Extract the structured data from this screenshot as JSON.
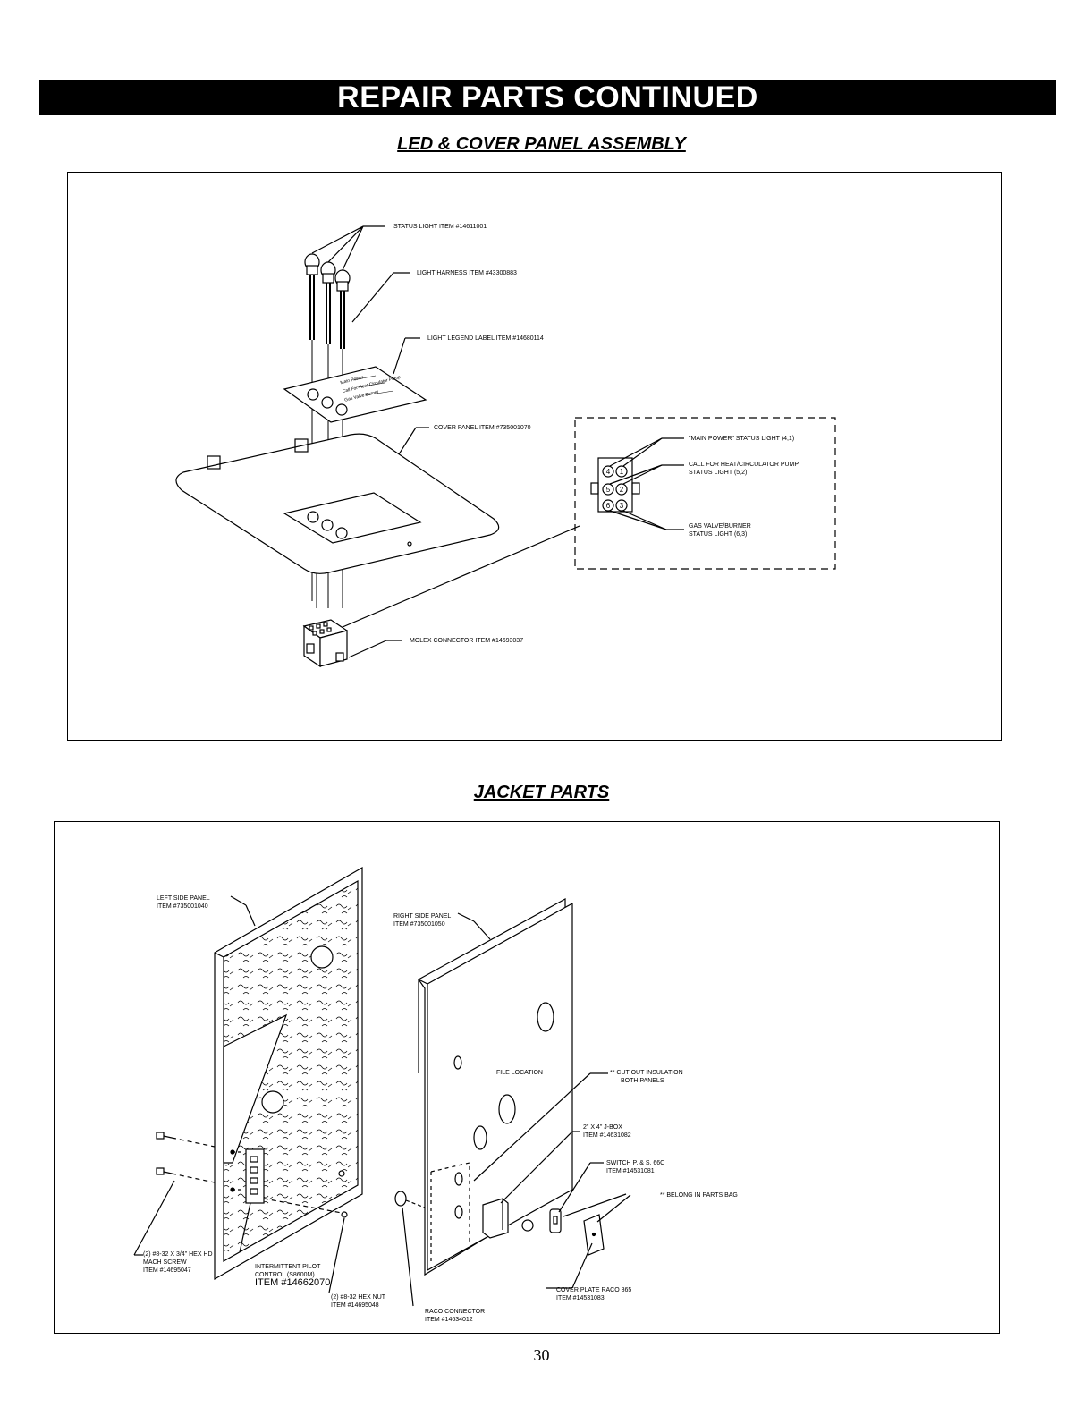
{
  "header": {
    "banner": "REPAIR PARTS CONTINUED"
  },
  "led_section": {
    "title": "LED & COVER PANEL ASSEMBLY",
    "labels": {
      "status_light": "STATUS LIGHT ITEM #14611001",
      "light_harness": "LIGHT HARNESS ITEM #43300883",
      "legend_label": "LIGHT LEGEND LABEL ITEM #14680114",
      "cover_panel": "COVER PANEL ITEM #735001070",
      "molex": "MOLEX CONNECTOR ITEM #14693037",
      "main_power": "\"MAIN POWER\" STATUS LIGHT (4,1)",
      "call_heat_1": "CALL FOR HEAT/CIRCULATOR PUMP",
      "call_heat_2": "STATUS LIGHT (5,2)",
      "gas_valve_1": "GAS VALVE/BURNER",
      "gas_valve_2": "STATUS LIGHT (6,3)"
    },
    "pins": [
      "4",
      "1",
      "5",
      "2",
      "6",
      "3"
    ],
    "legend_text": [
      "Main Power",
      "Call For Heat Circulator Pump",
      "Gas Valve Burner"
    ]
  },
  "jacket_section": {
    "title": "JACKET PARTS",
    "labels": {
      "left_panel_1": "LEFT SIDE PANEL",
      "left_panel_2": "ITEM #735001040",
      "right_panel_1": "RIGHT SIDE PANEL",
      "right_panel_2": "ITEM #735001050",
      "file_location": "FILE LOCATION",
      "cut_out_1": "** CUT OUT INSULATION",
      "cut_out_2": "BOTH PANELS",
      "jbox_1": "2\" X 4\" J-BOX",
      "jbox_2": "ITEM #14631082",
      "switch_1": "SWITCH P. & S. 66C",
      "switch_2": "ITEM #14531081",
      "parts_bag": "** BELONG IN PARTS BAG",
      "screw_1": "(2) #8-32 X 3/4\" HEX HD",
      "screw_2": "MACH SCREW",
      "screw_3": "ITEM #14695047",
      "pilot_1": "INTERMITTENT PILOT",
      "pilot_2": "CONTROL (S8600M)",
      "pilot_3": "ITEM #14662070",
      "nut_1": "(2) #8-32 HEX NUT",
      "nut_2": "ITEM #14695048",
      "raco_1": "RACO CONNECTOR",
      "raco_2": "ITEM #14634012",
      "cover_plate_1": "COVER PLATE RACO 865",
      "cover_plate_2": "ITEM #14531083"
    }
  },
  "footer": {
    "page_number": "30"
  }
}
